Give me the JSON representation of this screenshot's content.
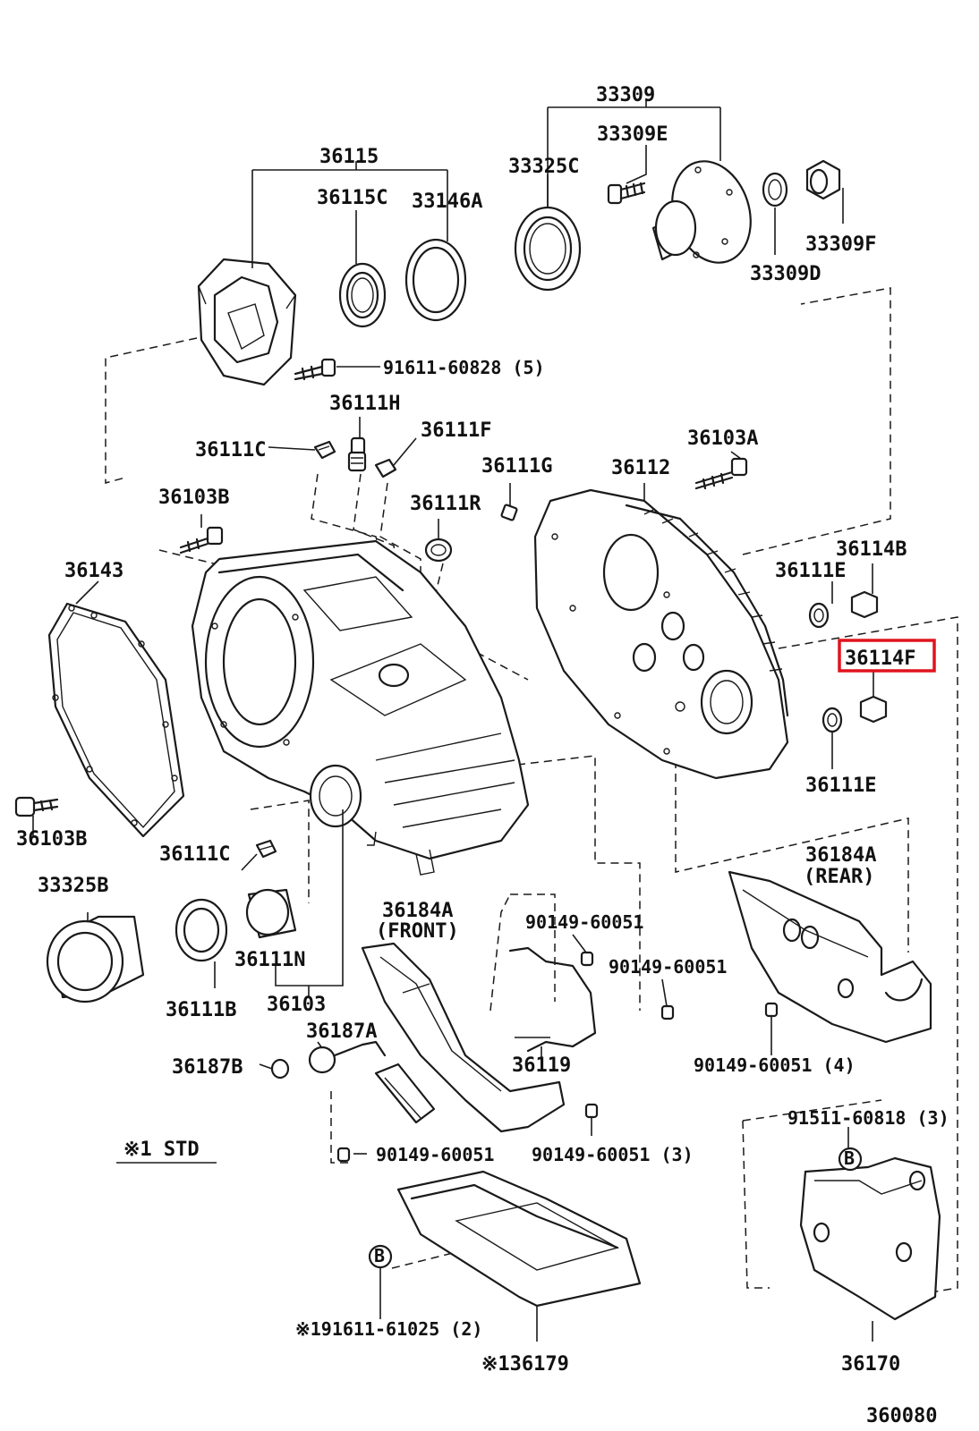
{
  "labels": {
    "p33309": "33309",
    "p33309E": "33309E",
    "p33325C": "33325C",
    "p33309F": "33309F",
    "p33309D": "33309D",
    "p36115": "36115",
    "p36115C": "36115C",
    "p33146A": "33146A",
    "p91611_60828": "91611-60828 (5)",
    "p36111H": "36111H",
    "p36111F": "36111F",
    "p36111C_top": "36111C",
    "p36103A": "36103A",
    "p36111G": "36111G",
    "p36112": "36112",
    "p36111R": "36111R",
    "p36103B_top": "36103B",
    "p36114B": "36114B",
    "p36111E_top": "36111E",
    "p36143": "36143",
    "p36114F": "36114F",
    "p36111E_bottom": "36111E",
    "p36103B_left": "36103B",
    "p36111C_bottom": "36111C",
    "p36184A_rear": "36184A",
    "rear_note": "(REAR)",
    "p33325B": "33325B",
    "p36184A_front": "36184A",
    "front_note": "(FRONT)",
    "p90149_60051_a": "90149-60051",
    "p90149_60051_b": "90149-60051",
    "p36111N": "36111N",
    "p36111B": "36111B",
    "p36103": "36103",
    "p36187A": "36187A",
    "p36187B": "36187B",
    "p36119": "36119",
    "p90149_60051_4": "90149-60051 (4)",
    "p91511_60818": "91511-60818 (3)",
    "std_note": "※1 STD",
    "p90149_60051_c": "90149-60051",
    "p90149_60051_3": "90149-60051 (3)",
    "p91611_61025": "※191611-61025 (2)",
    "p36179": "※136179",
    "p36170": "36170",
    "figure_id": "360080",
    "marker_b": "B"
  },
  "highlight": {
    "part": "36114F",
    "color": "#e0141e"
  }
}
